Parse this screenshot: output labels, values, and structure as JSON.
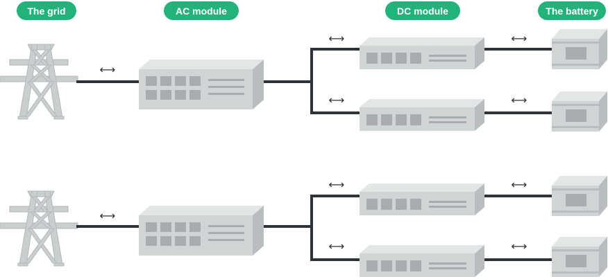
{
  "headers": {
    "grid": "The grid",
    "ac_module": "AC module",
    "dc_module": "DC module",
    "battery": "The battery"
  },
  "connection_symbol": "⟷",
  "colors": {
    "header_green": "#22b27a",
    "device_light": "#dfe2e2",
    "device_front": "#cfd4d4",
    "device_side": "#b8bebf",
    "panel_dark": "#a7adae",
    "cable": "#2d3338"
  },
  "systems": [
    {
      "dc_modules": 2,
      "batteries": 2
    },
    {
      "dc_modules": 2,
      "batteries": 2
    }
  ]
}
